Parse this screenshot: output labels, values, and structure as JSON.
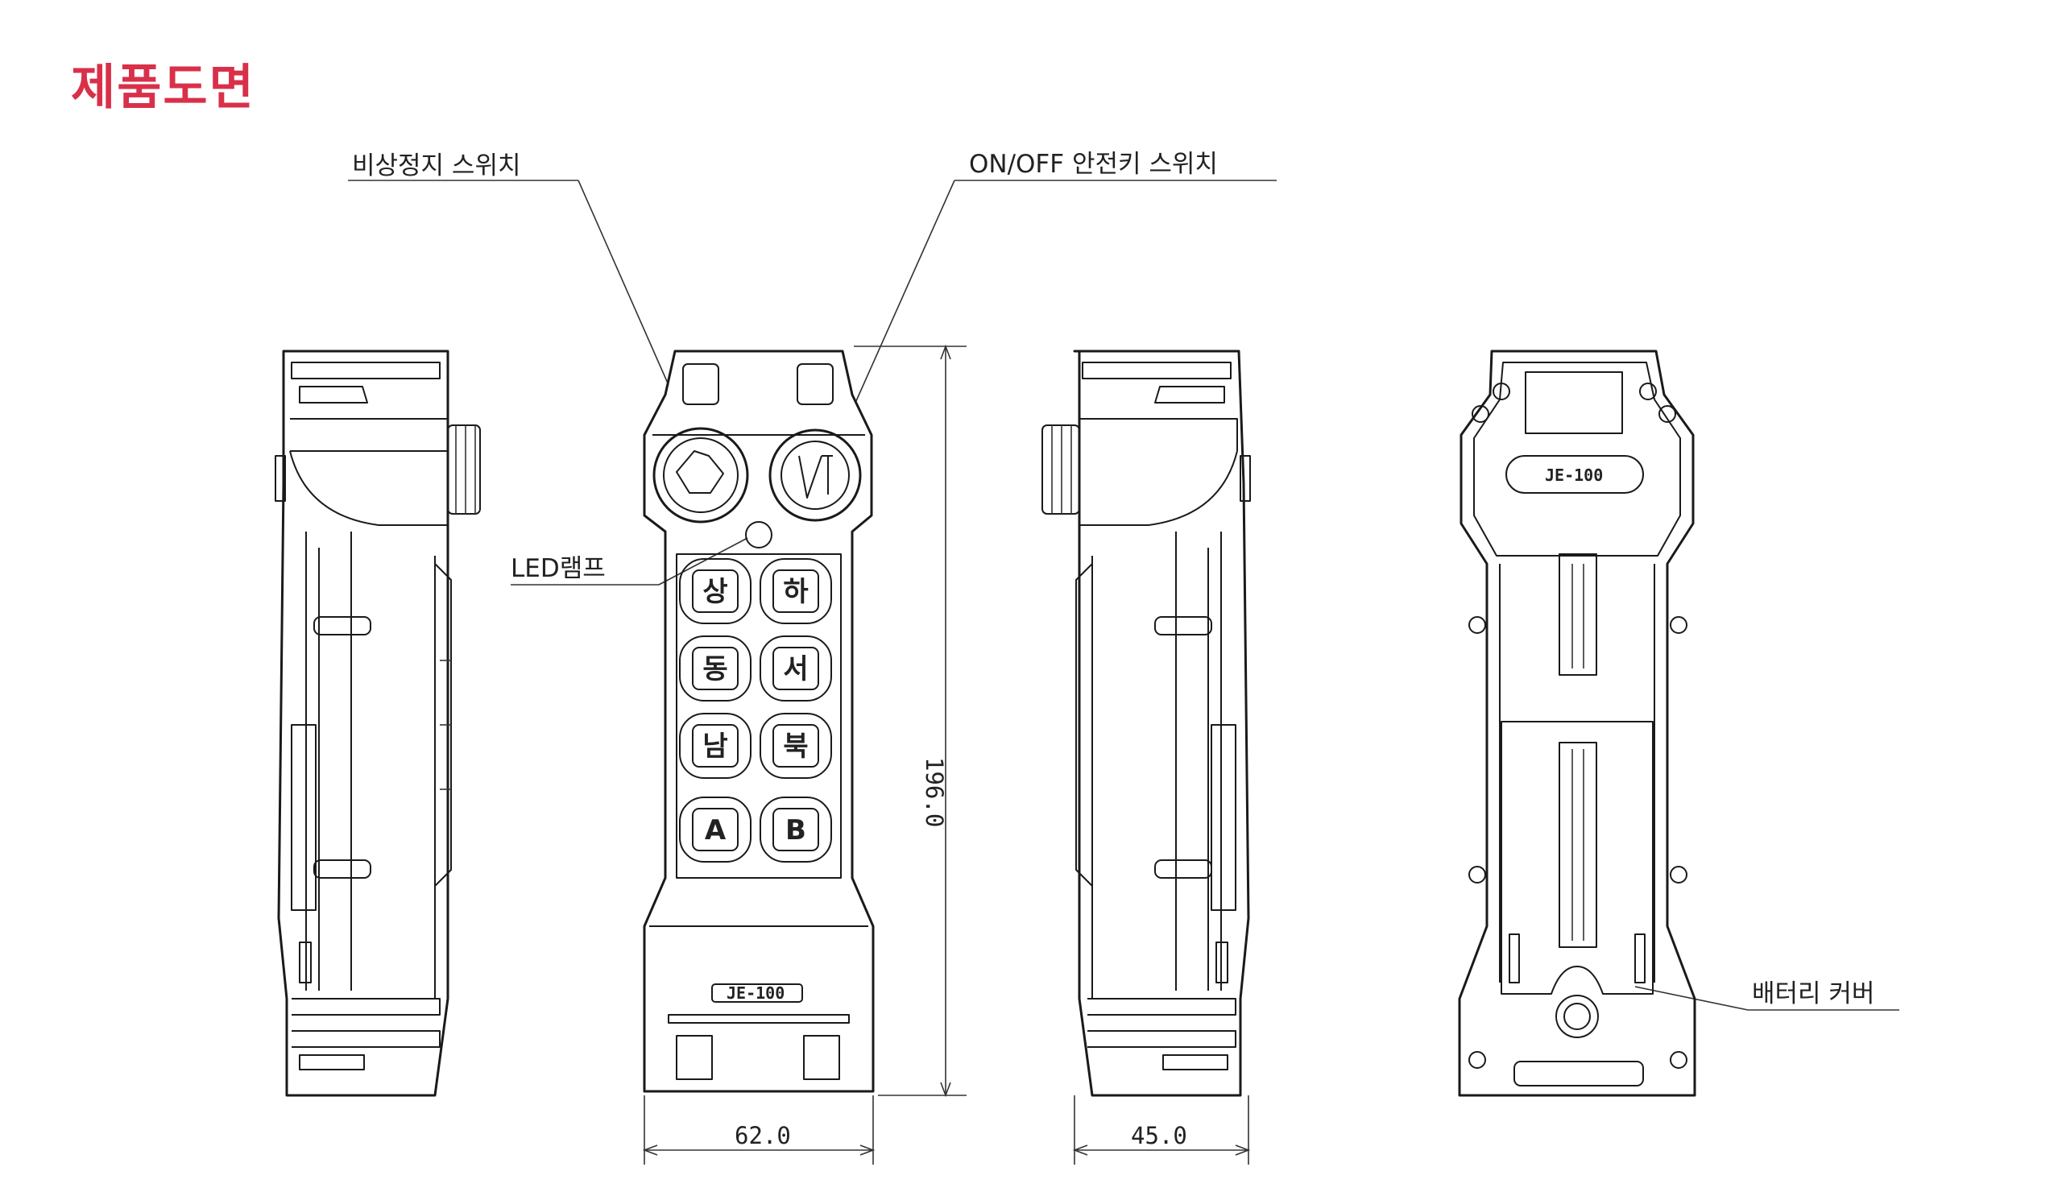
{
  "title": "제품도면",
  "labels": {
    "emergency_stop": "비상정지 스위치",
    "onoff_key": "ON/OFF 안전키 스위치",
    "led_lamp": "LED램프",
    "battery_cover": "배터리 커버"
  },
  "dimensions": {
    "height": "196.0",
    "width_front": "62.0",
    "depth_side": "45.0"
  },
  "keys": [
    "상",
    "하",
    "동",
    "서",
    "남",
    "북",
    "A",
    "B"
  ],
  "logo_text": "JE-100"
}
